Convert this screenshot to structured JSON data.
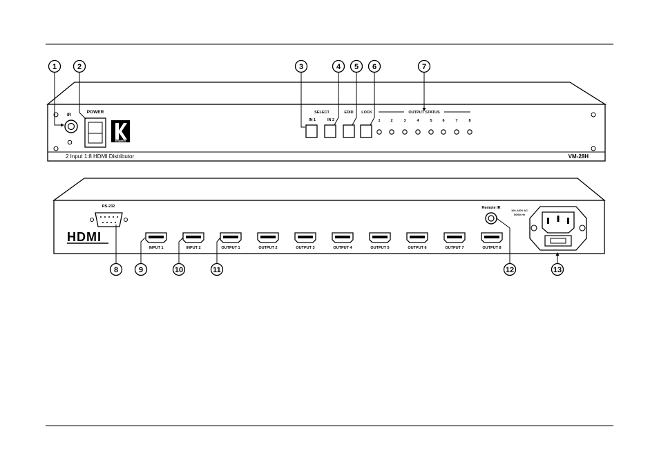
{
  "front_panel": {
    "ir_label": "IR",
    "power_label": "POWER",
    "select_label": "SELECT",
    "in1_label": "IN 1",
    "in2_label": "IN 2",
    "edid_label": "EDID",
    "lock_label": "LOCK",
    "output_status_label": "OUTPUT STATUS",
    "led_numbers": [
      "1",
      "2",
      "3",
      "4",
      "5",
      "6",
      "7",
      "8"
    ],
    "logo_sub": "KRAMER",
    "product_name": "2 Input 1:8 HDMI Distributor",
    "model": "VM-28H"
  },
  "rear_panel": {
    "rs232_label": "RS-232",
    "hdmi_logo": "HDMI",
    "remote_ir_label": "Remote IR",
    "power_spec_line1": "100-240V AC",
    "power_spec_line2": "50/60 Hz",
    "port_labels": [
      "INPUT 1",
      "INPUT 2",
      "OUTPUT 1",
      "OUTPUT 2",
      "OUTPUT 3",
      "OUTPUT 4",
      "OUTPUT 5",
      "OUTPUT 6",
      "OUTPUT 7",
      "OUTPUT 8"
    ]
  },
  "callouts": {
    "c1": "1",
    "c2": "2",
    "c3": "3",
    "c4": "4",
    "c5": "5",
    "c6": "6",
    "c7": "7",
    "c8": "8",
    "c9": "9",
    "c10": "10",
    "c11": "11",
    "c12": "12",
    "c13": "13"
  }
}
